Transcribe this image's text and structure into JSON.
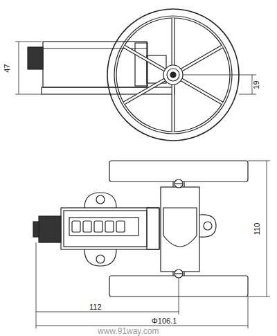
{
  "diagram": {
    "labels": [
      "47",
      "19",
      "110",
      "112",
      "Φ106.1",
      "www.91way.com"
    ]
  }
}
